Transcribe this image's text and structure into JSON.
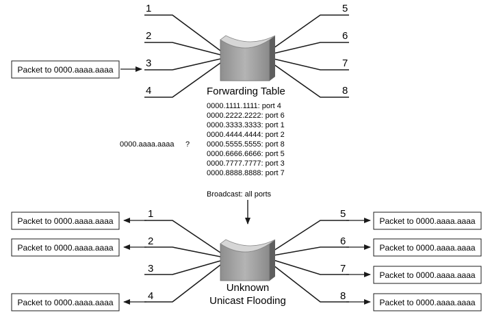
{
  "top": {
    "ports_left": [
      "1",
      "2",
      "3",
      "4"
    ],
    "ports_right": [
      "5",
      "6",
      "7",
      "8"
    ],
    "incoming_packet": "Packet to 0000.aaaa.aaaa",
    "table_title": "Forwarding Table",
    "table_entries": [
      "0000.1111.1111: port 4",
      "0000.2222.2222: port 6",
      "0000.3333.3333: port 1",
      "0000.4444.4444: port 2",
      "0000.5555.5555: port 8",
      "0000.6666.6666: port 5",
      "0000.7777.7777: port 3",
      "0000.8888.8888: port 7"
    ],
    "query_address": "0000.aaaa.aaaa",
    "query_mark": "?",
    "broadcast_label": "Broadcast: all ports"
  },
  "bottom": {
    "ports_left": [
      "1",
      "2",
      "3",
      "4"
    ],
    "ports_right": [
      "5",
      "6",
      "7",
      "8"
    ],
    "packets_left": [
      "Packet to 0000.aaaa.aaaa",
      "Packet to 0000.aaaa.aaaa",
      "Packet to 0000.aaaa.aaaa"
    ],
    "packets_right": [
      "Packet to 0000.aaaa.aaaa",
      "Packet to 0000.aaaa.aaaa",
      "Packet to 0000.aaaa.aaaa",
      "Packet to 0000.aaaa.aaaa"
    ],
    "caption_line1": "Unknown",
    "caption_line2": "Unicast Flooding"
  },
  "colors": {
    "line": "#1a1a1a",
    "switch_front": "#a8a8a8",
    "switch_top": "#d6d6d6",
    "switch_side": "#5e5e5e"
  }
}
